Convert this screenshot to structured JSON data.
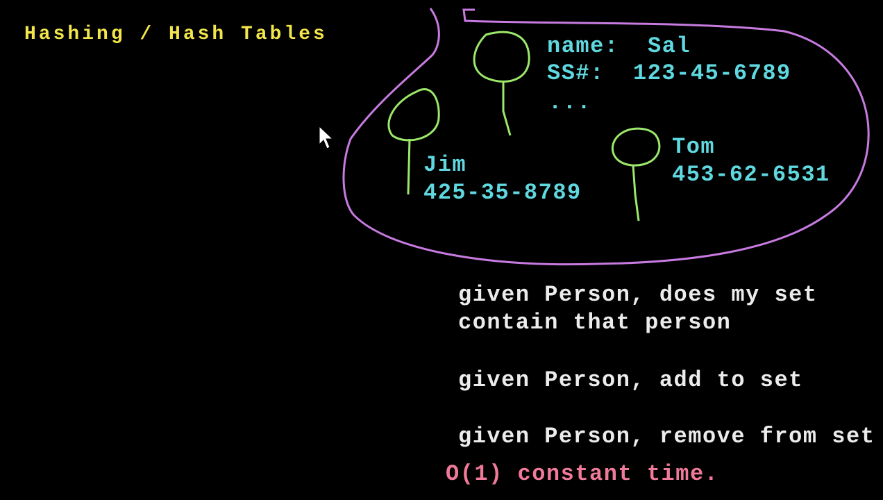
{
  "title": "Hashing / Hash Tables",
  "records": {
    "sal": {
      "name_label": "name:",
      "name": "Sal",
      "ss_label": "SS#:",
      "ss": "123-45-6789",
      "more": "..."
    },
    "jim": {
      "name": "Jim",
      "ss": "425-35-8789"
    },
    "tom": {
      "name": "Tom",
      "ss": "453-62-6531"
    }
  },
  "operations": [
    "given Person, does my set",
    "contain that person",
    "given Person, add to set",
    "given Person, remove from set"
  ],
  "complexity": "O(1) constant time.",
  "colors": {
    "title": "#f2e64a",
    "records": "#5fd8e0",
    "set_outline": "#c77be0",
    "person_icon": "#9be86a",
    "operations": "#ececec",
    "complexity": "#f07a9a"
  }
}
